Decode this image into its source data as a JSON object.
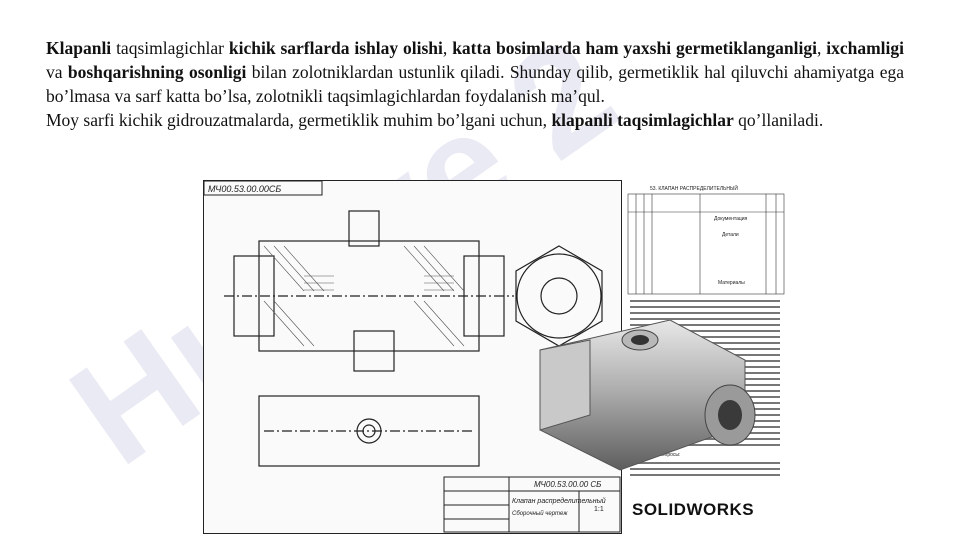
{
  "paragraph1": {
    "s1": "Klapanli",
    "s2": " taqsimlagichlar ",
    "s3": "kichik sarflarda ishlay olishi",
    "s4": ", ",
    "s5": "katta bosimlarda ham yaxshi germetiklanganligi",
    "s6": ", ",
    "s7": "ixchamligi",
    "s8": " va ",
    "s9": "boshqarishning osonligi",
    "s10": " bilan zolotniklardan ustunlik qiladi. Shunday qilib, germetiklik hal qiluvchi ahamiyatga ega bo’lmasa va sarf katta bo’lsa, zolotnikli taqsimlagichlardan foydalanish ma’qul."
  },
  "paragraph2": {
    "s1": "Moy sarfi kichik gidrouzatmalarda, germetiklik muhim bo’lgani uchun, ",
    "s2": "klapanli taqsimlagichlar",
    "s3": " qo’llaniladi."
  },
  "drawing": {
    "stamp_top": "МЧ00.53.00.00СБ",
    "title_code": "МЧ00.53.00.00 СБ",
    "title_name": "Клапан распределительный",
    "title_sub": "Сборочный чертеж",
    "scale": "1:1"
  },
  "spec": {
    "heading": "53. КЛАПАН РАСПРЕДЕЛИТЕЛЬНЫЙ",
    "section_docs": "Документация",
    "section_parts": "Детали",
    "section_materials": "Материалы",
    "questions_heading": "Ответьте на вопросы:"
  },
  "brand": {
    "solidworks": "SOLIDWORKS"
  },
  "watermark": {
    "text": "Husiye 2"
  }
}
